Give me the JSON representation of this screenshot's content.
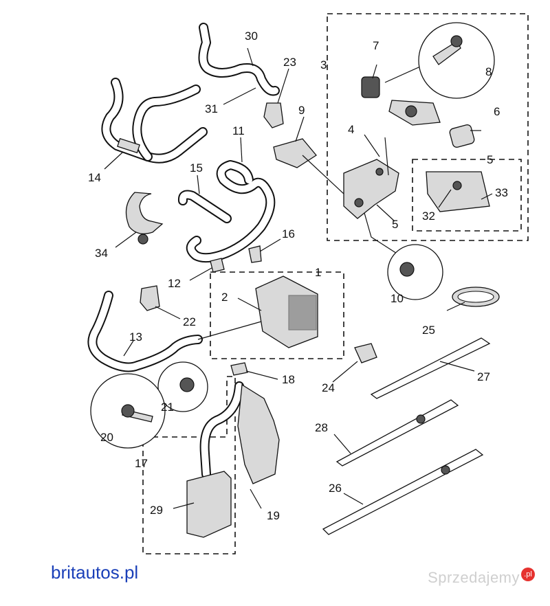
{
  "diagram": {
    "callouts": {
      "n1": "1",
      "n2": "2",
      "n3": "3",
      "n4": "4",
      "n5a": "5",
      "n5b": "5",
      "n6": "6",
      "n7": "7",
      "n8": "8",
      "n9": "9",
      "n10": "10",
      "n11": "11",
      "n12": "12",
      "n13": "13",
      "n14": "14",
      "n15": "15",
      "n16": "16",
      "n17": "17",
      "n18": "18",
      "n19": "19",
      "n20": "20",
      "n21": "21",
      "n22": "22",
      "n23": "23",
      "n24": "24",
      "n25": "25",
      "n26": "26",
      "n27": "27",
      "n28": "28",
      "n29": "29",
      "n30": "30",
      "n31": "31",
      "n32": "32",
      "n33": "33",
      "n34": "34"
    }
  },
  "footer": {
    "site": "britautos.pl",
    "watermark": "Sprzedajemy",
    "badge": ".pl"
  },
  "colors": {
    "site_text": "#1a3fb8",
    "watermark": "#cfcfcf",
    "badge": "#e6322f"
  }
}
